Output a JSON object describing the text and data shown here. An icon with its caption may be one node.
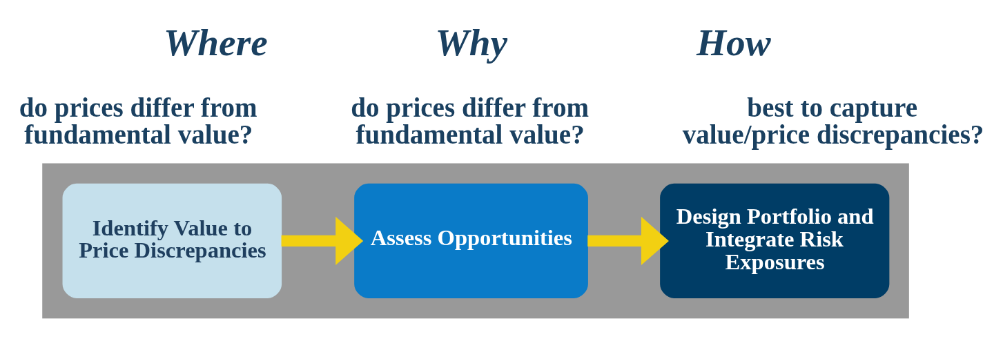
{
  "diagram": {
    "nodes": [
      {
        "text": [],
        "shape": "band"
      },
      {
        "text": [
          "Identify Value to Price Discrepancies"
        ],
        "in": 0
      },
      {
        "text": [
          "Assess Opportunities"
        ],
        "in": 0
      },
      {
        "text": [
          "Design Portfolio and Integrate Risk Exposures"
        ],
        "in": 0
      }
    ],
    "edges": [
      {
        "from": 1,
        "to": 2,
        "arrow": "to"
      },
      {
        "from": 2,
        "to": 3,
        "arrow": "to"
      }
    ],
    "labels": [
      "Where",
      "do prices differ from fundamental value?",
      "Why",
      "do prices differ from fundamental value?",
      "How",
      "best to capture value/price discrepancies?"
    ]
  }
}
